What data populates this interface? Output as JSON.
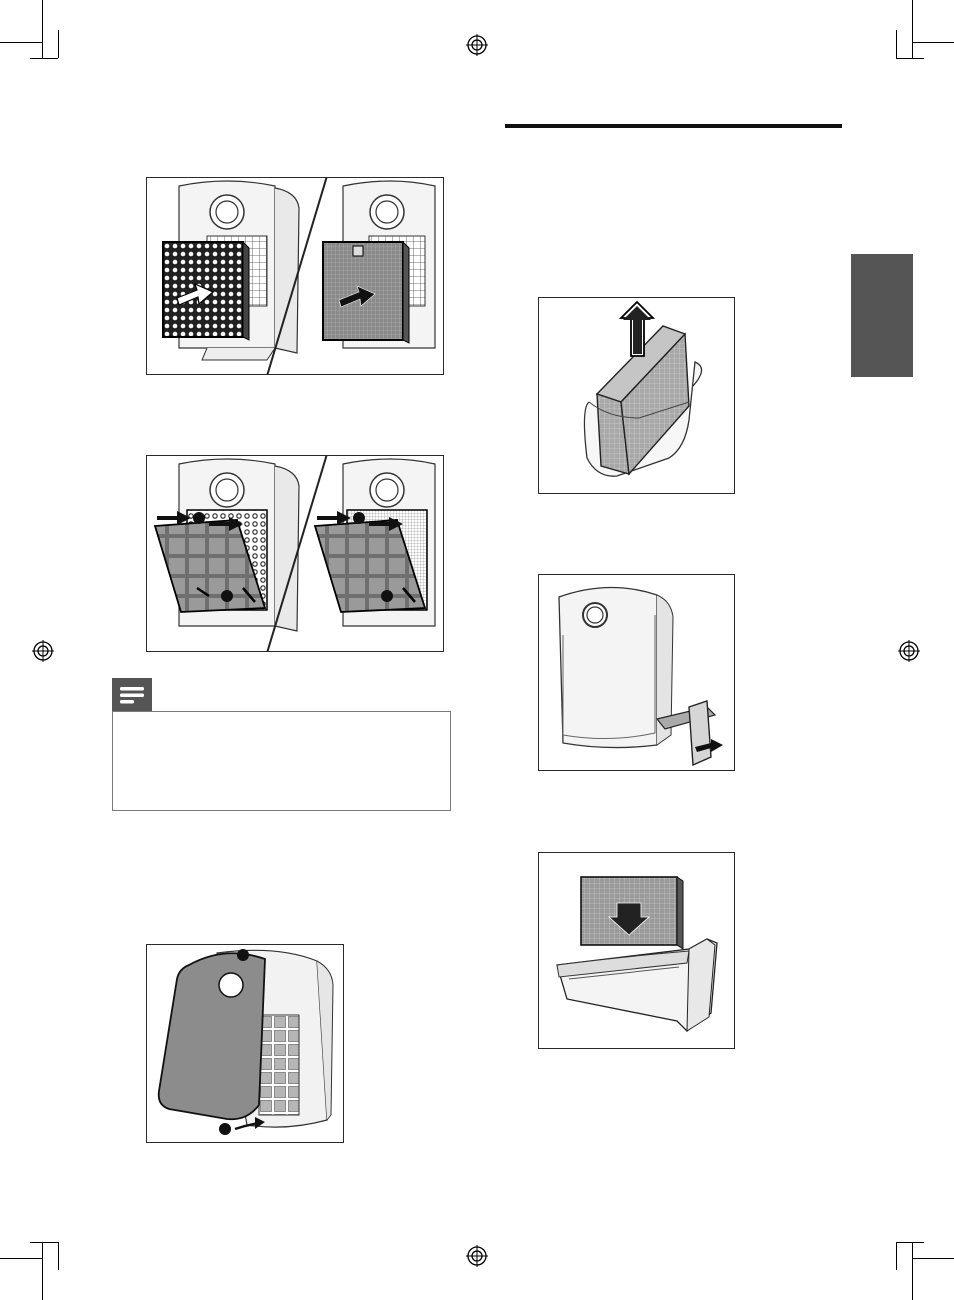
{
  "page": {
    "language_tab_color": "#555555",
    "note_icon": "note-lines-icon",
    "registration_mark_icon": "crosshair-registration-icon"
  },
  "figures": [
    {
      "id": "fig-1",
      "subject": "filter-insert-two-panels"
    },
    {
      "id": "fig-2",
      "subject": "filter-tilt-insert-two-panels"
    },
    {
      "id": "fig-3",
      "subject": "front-panel-attach"
    },
    {
      "id": "fig-4",
      "subject": "wick-lift-out"
    },
    {
      "id": "fig-5",
      "subject": "water-tank-pull-out"
    },
    {
      "id": "fig-6",
      "subject": "wick-insert-tank"
    }
  ]
}
